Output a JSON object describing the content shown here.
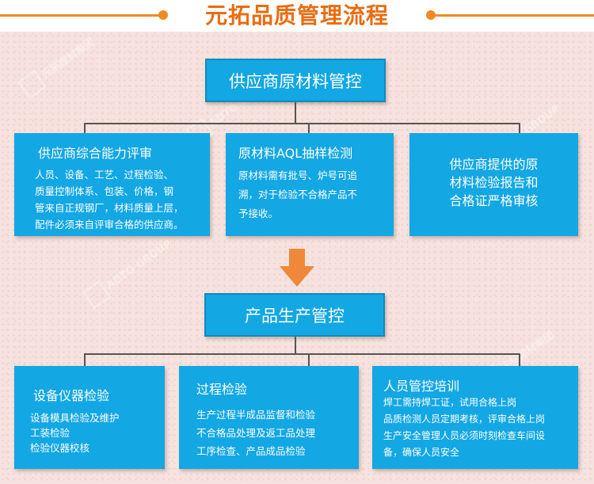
{
  "header": {
    "title": "元拓品质管理流程"
  },
  "watermark": {
    "brand": "元拓建材集团",
    "brand_en": "ADTO GROUP"
  },
  "colors": {
    "accent": "#f08a24",
    "title": "#ea6c10",
    "box_blue": "#13a7e4",
    "arrow": "#f0883a"
  },
  "top": {
    "main": "供应商原材料管控",
    "boxes": [
      {
        "title": "供应商综合能力评审",
        "lines": [
          "人员、设备、工艺、过程检验、",
          "质量控制体系、包装、价格，钢",
          "管来自正规钢厂，材料质量上层，",
          "配件必须来自评审合格的供应商。"
        ]
      },
      {
        "title": "原材料AQL抽样检测",
        "lines": [
          "原材料需有批号、炉号可追",
          "溯，对于检验不合格产品不",
          "予接收。"
        ]
      },
      {
        "lines": [
          "供应商提供的原",
          "材料检验报告和",
          "合格证严格审核"
        ]
      }
    ]
  },
  "bottom": {
    "main": "产品生产管控",
    "boxes": [
      {
        "title": "设备仪器检验",
        "lines": [
          "设备模具检验及维护",
          "工装检验",
          "检验仪器校核"
        ]
      },
      {
        "title": "过程检验",
        "lines": [
          "生产过程半成品监督和检验",
          "不合格品处理及返工品处理",
          "工序检查、产品成品检验"
        ]
      },
      {
        "title": "人员管控培训",
        "lines": [
          "焊工需持焊工证，试用合格上岗",
          "品质检测人员定期考核，评审合格上岗",
          "生产安全管理人员必须时刻检查车间设",
          "备，确保人员安全"
        ]
      }
    ]
  }
}
